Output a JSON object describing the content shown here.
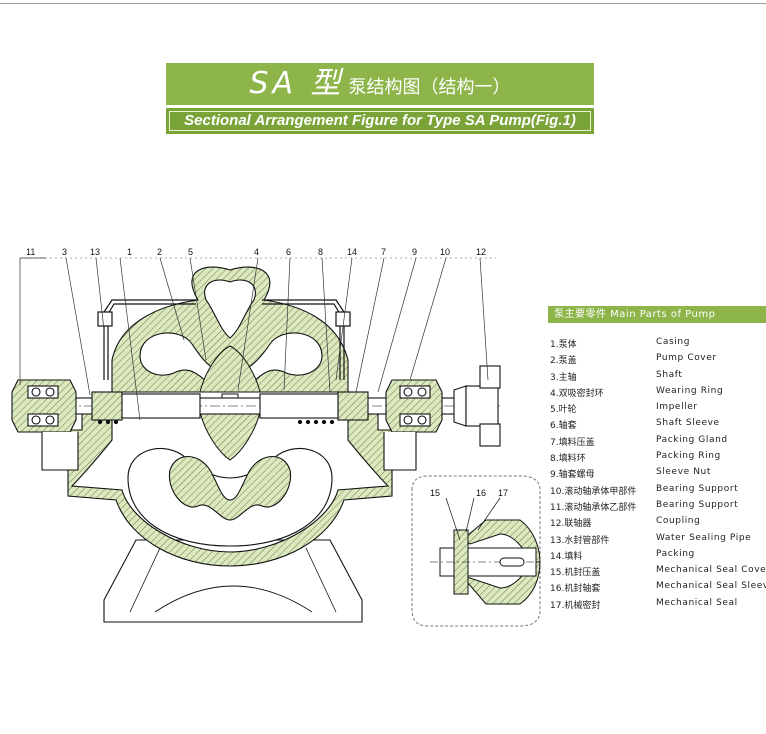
{
  "title": {
    "model": "SA 型",
    "cn": "泵结构图（结构一）",
    "en": "Sectional Arrangement Figure for Type SA Pump(Fig.1)"
  },
  "legend_header": "泵主要零件 Main Parts of Pump",
  "parts": [
    {
      "cn": "1.泵体",
      "en": "Casing"
    },
    {
      "cn": "2.泵盖",
      "en": "Pump Cover"
    },
    {
      "cn": "3.主轴",
      "en": "Shaft"
    },
    {
      "cn": "4.双吸密封环",
      "en": "Wearing Ring"
    },
    {
      "cn": "5.叶轮",
      "en": "Impeller"
    },
    {
      "cn": "6.轴套",
      "en": "Shaft Sleeve"
    },
    {
      "cn": "7.填料压盖",
      "en": "Packing Gland"
    },
    {
      "cn": "8.填料环",
      "en": "Packing Ring"
    },
    {
      "cn": "9.轴套螺母",
      "en": "Sleeve Nut"
    },
    {
      "cn": "10.滚动轴承体甲部件",
      "en": "Bearing Support"
    },
    {
      "cn": "11.滚动轴承体乙部件",
      "en": "Bearing Support"
    },
    {
      "cn": "12.联轴器",
      "en": "Coupling"
    },
    {
      "cn": "13.水封管部件",
      "en": "Water Sealing Pipe"
    },
    {
      "cn": "14.填料",
      "en": "Packing"
    },
    {
      "cn": "15.机封压盖",
      "en": "Mechanical Seal Cover"
    },
    {
      "cn": "16.机封轴套",
      "en": "Mechanical Seal Sleeve"
    },
    {
      "cn": "17.机械密封",
      "en": "Mechanical Seal"
    }
  ],
  "callouts": {
    "main": [
      "11",
      "3",
      "13",
      "1",
      "2",
      "5",
      "4",
      "6",
      "8",
      "14",
      "7",
      "9",
      "10",
      "12"
    ],
    "detail": [
      "15",
      "16",
      "17"
    ]
  },
  "colors": {
    "accent": "#8db54a",
    "accent_dark": "#7aa338",
    "casing_fill": "#dce9bf",
    "line": "#111111"
  }
}
